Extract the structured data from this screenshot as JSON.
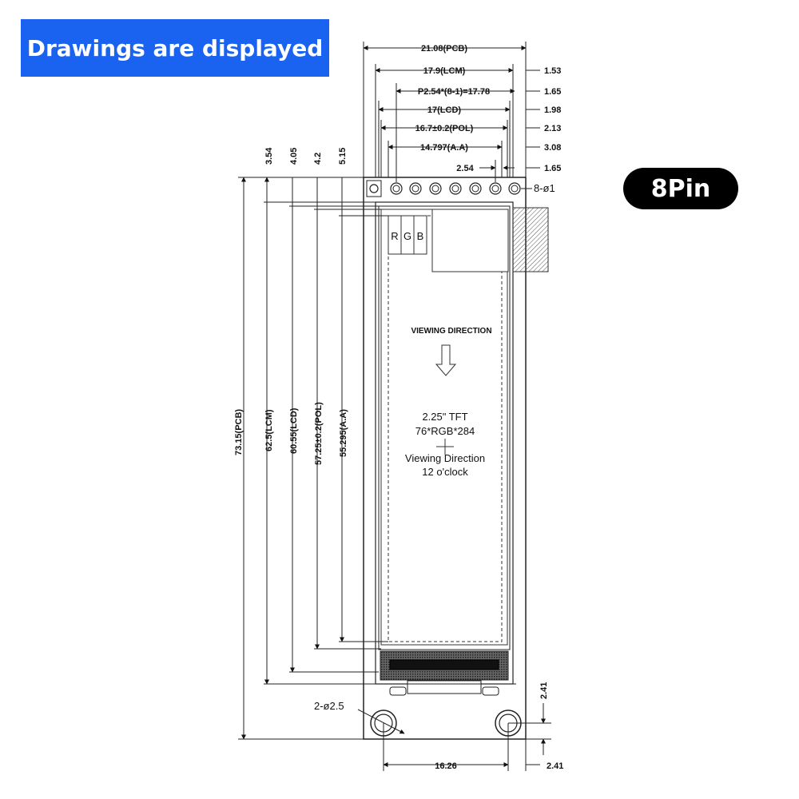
{
  "banner": {
    "text": "Drawings are displayed",
    "color": "#1a62f0"
  },
  "pin_badge": {
    "text": "8Pin"
  },
  "top_dims": {
    "pcb": "21.08(PCB)",
    "lcm": "17.9(LCM)",
    "pitch": "P2.54*(8-1)=17.78",
    "lcd": "17(LCD)",
    "pol": "16.7±0.2(POL)",
    "aa": "14.797(A.A)",
    "pin_pitch": "2.54"
  },
  "right_dims": [
    "1.53",
    "1.65",
    "1.98",
    "2.13",
    "3.08",
    "1.65"
  ],
  "left_top_dims": [
    "3.54",
    "4.05",
    "4.2",
    "5.15"
  ],
  "left_vertical_dims": {
    "pcb": "73.15(PCB)",
    "lcm": "62.5(LCM)",
    "lcd": "60.55(LCD)",
    "pol": "57.25±0.2(POL)",
    "aa": "55.295(A.A)"
  },
  "pins_label": "8-ø1",
  "rgb": [
    "R",
    "G",
    "B"
  ],
  "viewing_direction": "VIEWING DIRECTION",
  "panel_text": {
    "size": "2.25\" TFT",
    "resolution": "76*RGB*284",
    "view": "Viewing Direction",
    "clock": "12 o'clock"
  },
  "holes_label": "2-ø2.5",
  "bottom_dims": {
    "hole_spacing": "16.26",
    "hole_edge": "2.41",
    "hole_right": "2.41"
  }
}
